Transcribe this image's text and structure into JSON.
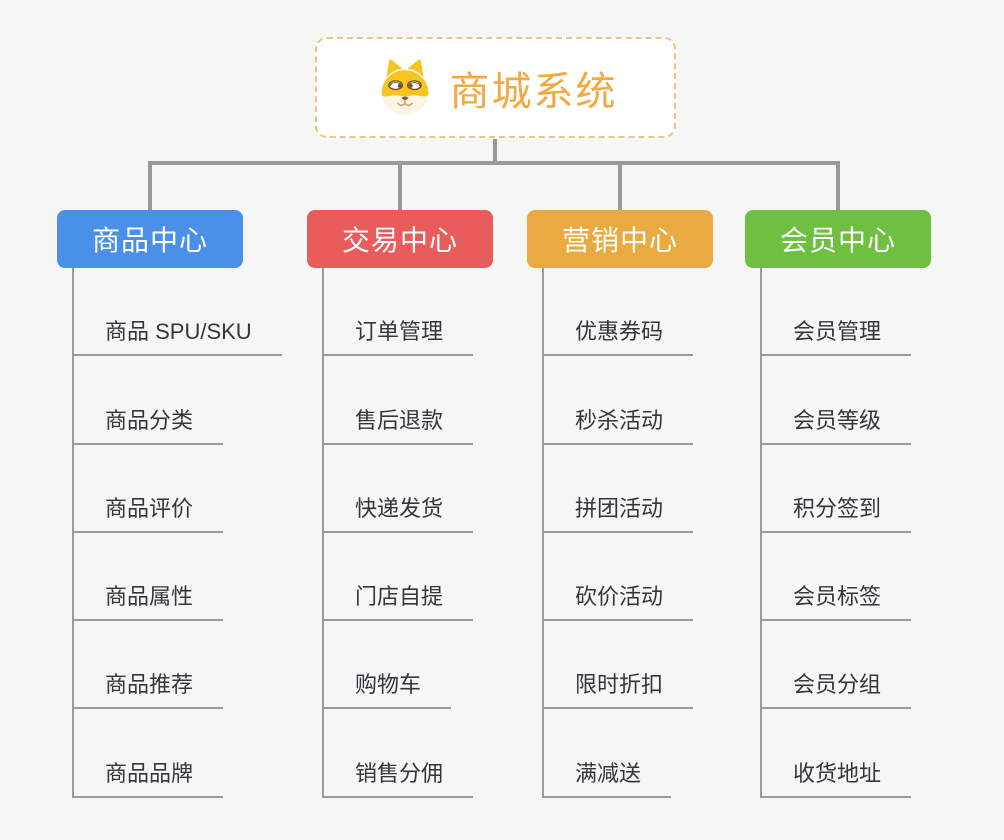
{
  "page": {
    "background_color": "#f6f6f6",
    "connector_color": "#999a9b"
  },
  "root": {
    "title": "商城系统",
    "icon": "dog-face-icon",
    "title_color": "#f2a940",
    "border_color": "#f1c383"
  },
  "branches": [
    {
      "id": "product-center",
      "label": "商品中心",
      "color": "#4a90e8",
      "children": [
        "商品 SPU/SKU",
        "商品分类",
        "商品评价",
        "商品属性",
        "商品推荐",
        "商品品牌"
      ]
    },
    {
      "id": "trade-center",
      "label": "交易中心",
      "color": "#e85d5b",
      "children": [
        "订单管理",
        "售后退款",
        "快递发货",
        "门店自提",
        "购物车",
        "销售分佣"
      ]
    },
    {
      "id": "marketing-center",
      "label": "营销中心",
      "color": "#eaaa42",
      "children": [
        "优惠券码",
        "秒杀活动",
        "拼团活动",
        "砍价活动",
        "限时折扣",
        "满减送"
      ]
    },
    {
      "id": "member-center",
      "label": "会员中心",
      "color": "#6fc040",
      "children": [
        "会员管理",
        "会员等级",
        "积分签到",
        "会员标签",
        "会员分组",
        "收货地址"
      ]
    }
  ]
}
